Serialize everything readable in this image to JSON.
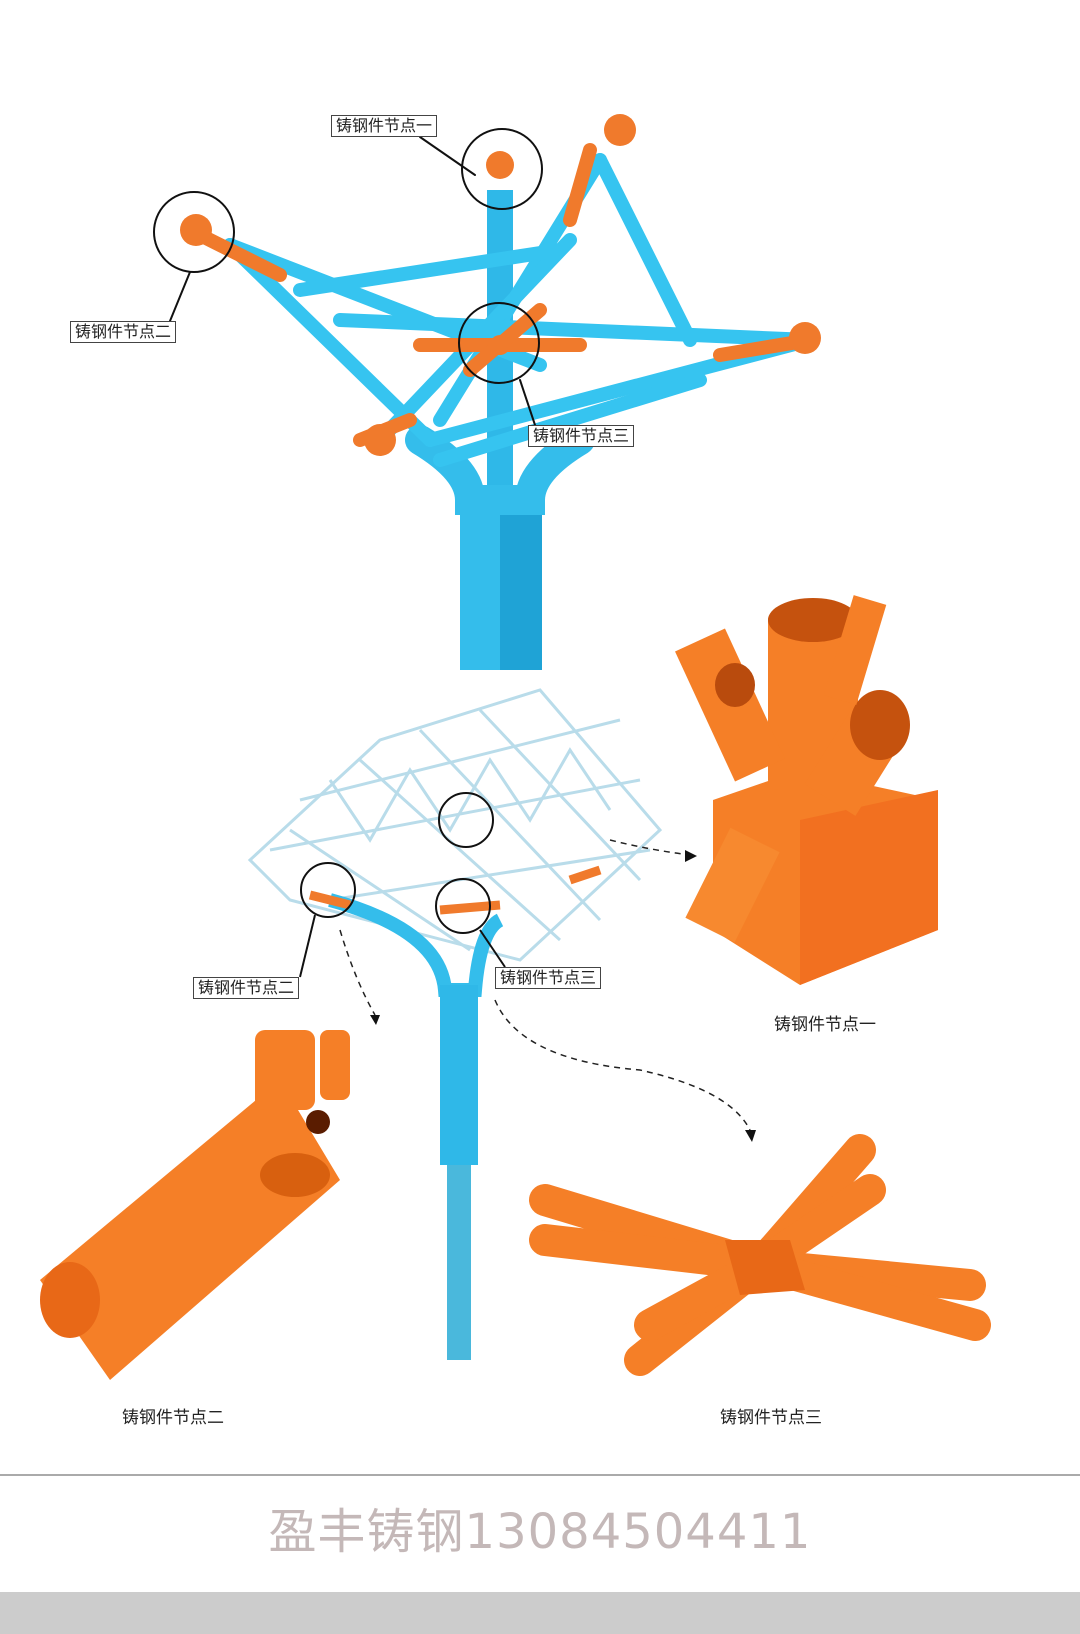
{
  "diagram": {
    "callouts": {
      "node1": "铸钢件节点一",
      "node2_top": "铸钢件节点二",
      "node3_top": "铸钢件节点三",
      "node2_bottom": "铸钢件节点二",
      "node3_bottom": "铸钢件节点三"
    },
    "captions": {
      "node1": "铸钢件节点一",
      "node2": "铸钢件节点二",
      "node3": "铸钢件节点三"
    },
    "colors": {
      "steel": "#2fc3ef",
      "cast": "#f47a22",
      "truss": "#b9dcea"
    }
  },
  "footer": {
    "text": "盈丰铸钢13084504411"
  }
}
